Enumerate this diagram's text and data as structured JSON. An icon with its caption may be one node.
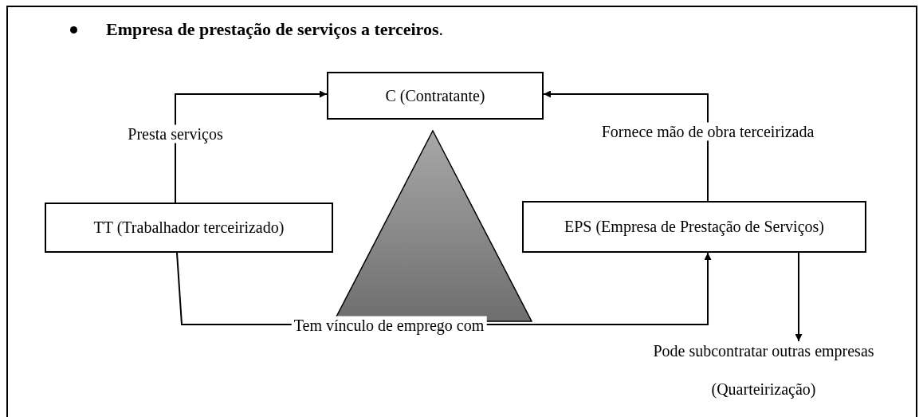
{
  "diagram": {
    "title": "**Empresa de prestação de serviços a terceiros**.",
    "nodes": [
      {
        "text": [
          "C (Contratante)"
        ]
      },
      {
        "text": [
          "TT (Trabalhador terceirizado)"
        ]
      },
      {
        "text": [
          "EPS (Empresa de Prestação de Serviços)"
        ]
      },
      {
        "text": [],
        "shape": "triangle"
      },
      {
        "text": [
          "Pode subcontratar outras empresas (Quarteirização)"
        ]
      }
    ],
    "edges": [
      {
        "from": 1,
        "to": 0,
        "arrow": "to",
        "label": "Presta serviços"
      },
      {
        "from": 2,
        "to": 0,
        "arrow": "to",
        "label": "Fornece mão de obra terceirizada"
      },
      {
        "from": 1,
        "to": 2,
        "arrow": "to",
        "label": "Tem vínculo de emprego com"
      },
      {
        "from": 2,
        "to": 4,
        "arrow": "to"
      }
    ]
  }
}
